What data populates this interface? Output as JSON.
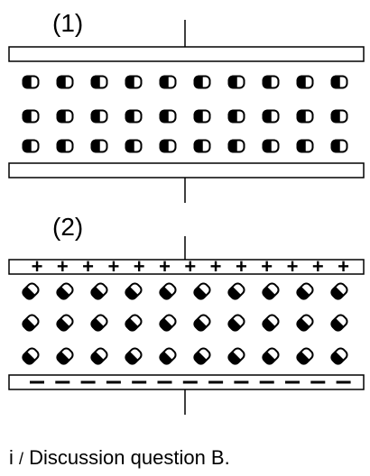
{
  "figure": {
    "panels": [
      {
        "label": "(1)",
        "state": "unpolarized",
        "rows": 3,
        "columns": 10,
        "molecule_tilt_degrees": 0,
        "top_plate_charge": "",
        "bottom_plate_charge": ""
      },
      {
        "label": "(2)",
        "state": "polarized",
        "rows": 3,
        "columns": 10,
        "molecule_tilt_degrees": -45,
        "top_plate_charge": "+",
        "top_plate_charge_count": 13,
        "bottom_plate_charge": "−",
        "bottom_plate_charge_count": 13
      }
    ],
    "caption": {
      "prefix": "i",
      "separator": "/",
      "text": "Discussion question B."
    }
  },
  "colors": {
    "ink": "#000000",
    "background": "#ffffff"
  }
}
